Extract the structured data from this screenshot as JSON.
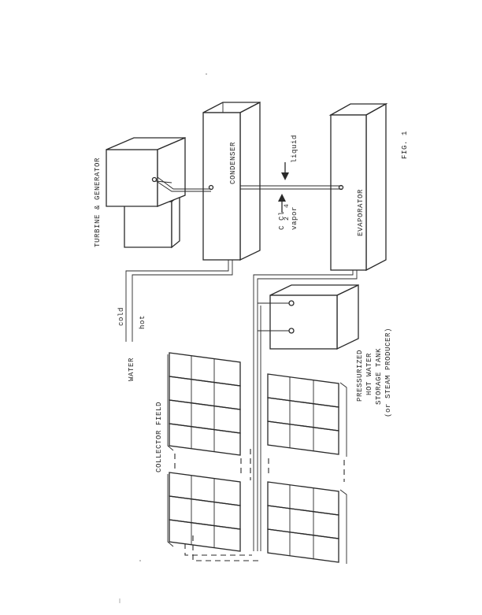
{
  "figure": {
    "caption": "FIG. 1",
    "labels": {
      "turbine_generator": "TURBINE  &  GENERATOR",
      "condenser": "CONDENSER",
      "evaporator": "EVAPORATOR",
      "liquid": "liquid",
      "refrigerant_vapor_line1": "C Cl",
      "refrigerant_sub_2": "2",
      "refrigerant_sub_4": "4",
      "refrigerant_vapor_line2": "vapor",
      "cold": "cold",
      "hot": "hot",
      "water": "WATER",
      "collector_field": "COLLECTOR  FIELD",
      "storage_line1": "PRESSURIZED",
      "storage_line2": "HOT  WATER",
      "storage_line3": "STORAGE  TANK",
      "storage_line4": "(or  STEAM PRODUCER)"
    }
  },
  "colors": {
    "ink": "#2a2a2a",
    "paper": "#ffffff"
  }
}
